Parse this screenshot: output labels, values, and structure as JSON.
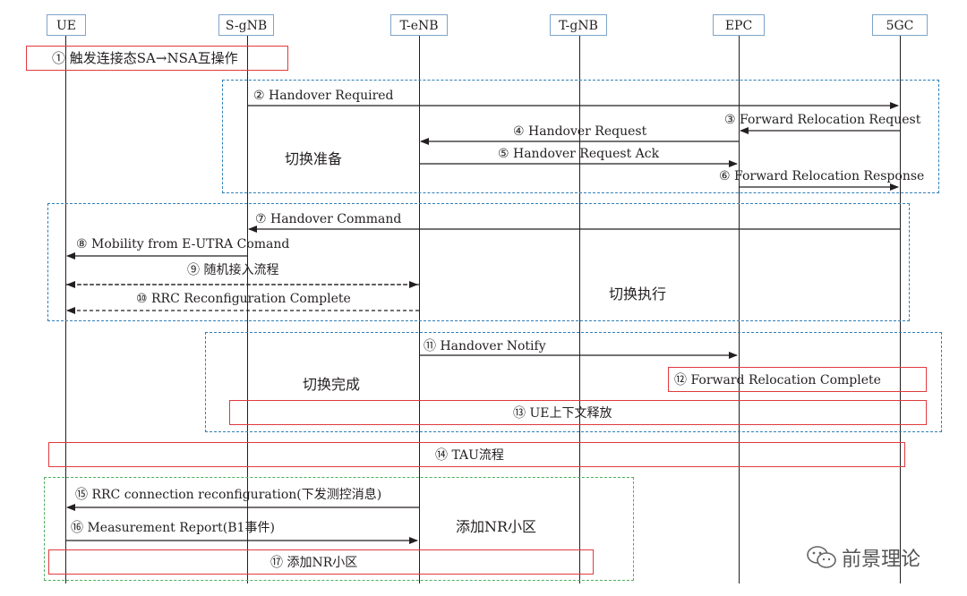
{
  "entities": {
    "ue": "UE",
    "sgnb": "S-gNB",
    "tenb": "T-eNB",
    "tgnb": "T-gNB",
    "epc": "EPC",
    "fivegc": "5GC"
  },
  "phases": {
    "prepare": "切换准备",
    "execute": "切换执行",
    "complete": "切换完成",
    "add_nr": "添加NR小区"
  },
  "steps": {
    "s1": "① 触发连接态SA→NSA互操作",
    "s2": "② Handover Required",
    "s3": "③ Forward Relocation Request",
    "s4": "④ Handover Request",
    "s5": "⑤ Handover Request Ack",
    "s6": "⑥ Forward Relocation Response",
    "s7": "⑦ Handover Command",
    "s8": "⑧ Mobility from E-UTRA Comand",
    "s9": "⑨ 随机接入流程",
    "s10": "⑩ RRC Reconfiguration Complete",
    "s11": "⑪ Handover Notify",
    "s12": "⑫ Forward Relocation Complete",
    "s13": "⑬ UE上下文释放",
    "s14": "⑭ TAU流程",
    "s15": "⑮ RRC connection reconfiguration(下发测控消息)",
    "s16": "⑯ Measurement Report(B1事件)",
    "s17": "⑰ 添加NR小区"
  },
  "watermark": {
    "text": "前景理论",
    "icon": "wechat-icon"
  },
  "colors": {
    "blue_box": "#2f7fb8",
    "green_box": "#4fae5a",
    "red_box": "#e03a3e",
    "entity_border": "#7fa4c9"
  }
}
